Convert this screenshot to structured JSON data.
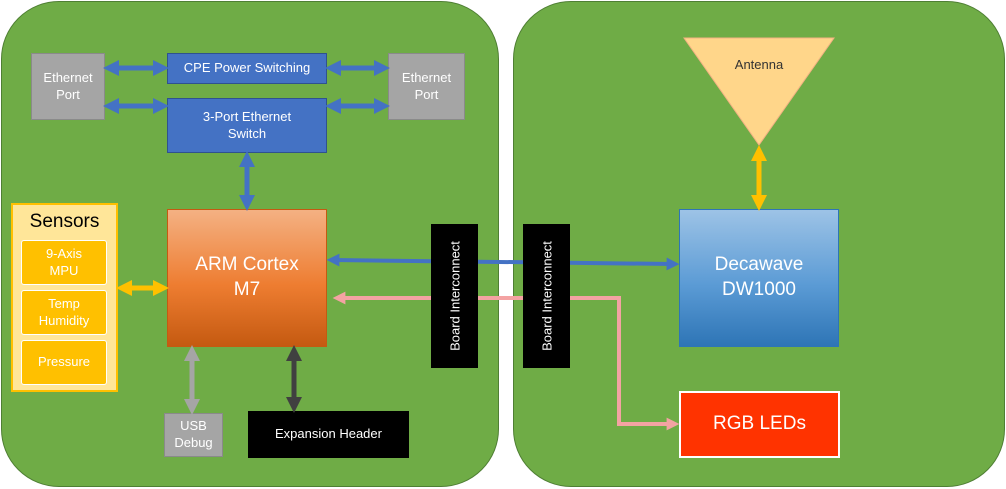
{
  "left_board": {
    "ethernet_port_left": "Ethernet\nPort",
    "ethernet_port_right": "Ethernet\nPort",
    "cpe_power": "CPE Power Switching",
    "ethernet_switch": "3-Port Ethernet\nSwitch",
    "sensors": {
      "title": "Sensors",
      "items": [
        "9-Axis\nMPU",
        "Temp\nHumidity",
        "Pressure"
      ]
    },
    "cpu": "ARM Cortex\nM7",
    "usb_debug": "USB\nDebug",
    "expansion_header": "Expansion Header",
    "interconnect": "Board Interconnect"
  },
  "right_board": {
    "interconnect": "Board Interconnect",
    "antenna": "Antenna",
    "radio": "Decawave\nDW1000",
    "rgb_leds": "RGB LEDs"
  },
  "colors": {
    "board": "#6fac46",
    "ethernet_link": "#4472c4",
    "sensor_link": "#ffc000",
    "usb_link": "#a5a5a5",
    "expansion_link": "#404040",
    "led_link": "#f4a3a3"
  }
}
